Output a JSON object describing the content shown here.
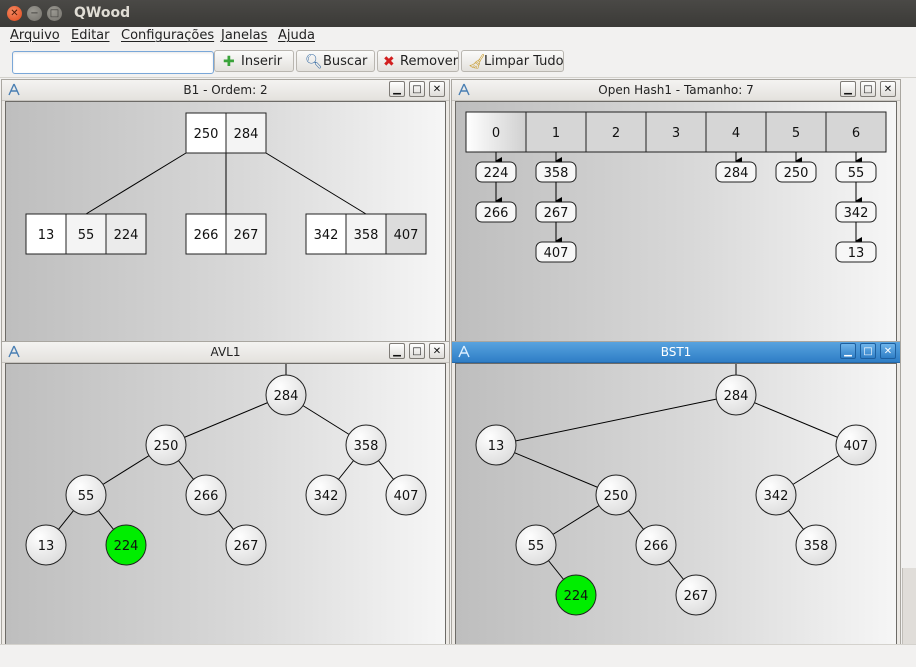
{
  "window": {
    "title": "QWood"
  },
  "menubar": [
    "Arquivo",
    "Editar",
    "Configurações",
    "Janelas",
    "Ajuda"
  ],
  "toolbar": {
    "search_value": "",
    "insert_label": "Inserir",
    "search_label": "Buscar",
    "remove_label": "Remover",
    "clear_label": "Limpar Tudo",
    "icons": [
      "plus-icon",
      "magnifier-icon",
      "red-x-icon",
      "broom-icon"
    ]
  },
  "windows": {
    "b1": {
      "title": "B1 - Ordem: 2",
      "root": [
        "250",
        "284"
      ],
      "children": [
        [
          "13",
          "55",
          "224"
        ],
        [
          "266",
          "267"
        ],
        [
          "342",
          "358",
          "407"
        ]
      ]
    },
    "hash": {
      "title": "Open Hash1 - Tamanho: 7",
      "buckets": [
        "0",
        "1",
        "2",
        "3",
        "4",
        "5",
        "6"
      ],
      "chains": [
        [
          "224",
          "266"
        ],
        [
          "358",
          "267",
          "407"
        ],
        [],
        [],
        [
          "284"
        ],
        [
          "250"
        ],
        [
          "55",
          "342",
          "13"
        ]
      ]
    },
    "avl": {
      "title": "AVL1",
      "nodes": [
        "284",
        "250",
        "358",
        "55",
        "266",
        "342",
        "407",
        "13",
        "224",
        "267"
      ],
      "highlight": "224",
      "highlight_color": "#00ee00"
    },
    "bst": {
      "title": "BST1",
      "nodes": [
        "284",
        "13",
        "407",
        "250",
        "342",
        "55",
        "266",
        "358",
        "224",
        "267"
      ],
      "highlight": "224",
      "highlight_color": "#00ee00"
    }
  },
  "colors": {
    "active_title": "#2f7ec6",
    "titlebar": "#3b3a37",
    "close_button": "#e0481b"
  }
}
